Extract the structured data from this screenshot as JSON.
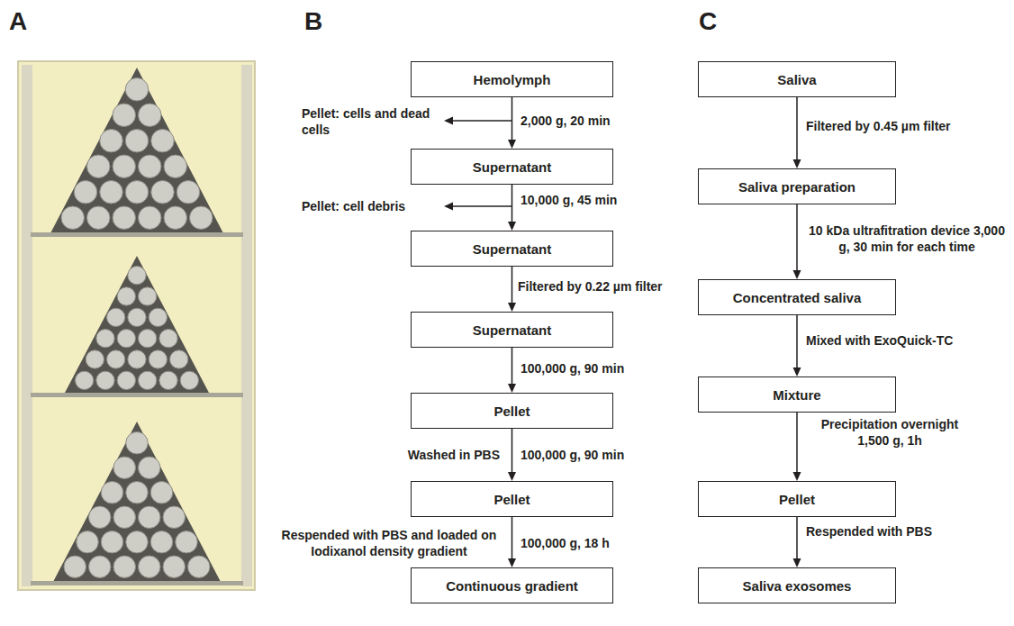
{
  "diagram": {
    "nodes": [
      {
        "text": [
          "Hemolymph"
        ]
      },
      {
        "text": [
          "Supernatant"
        ]
      },
      {
        "text": [
          "Supernatant"
        ]
      },
      {
        "text": [
          "Supernatant"
        ]
      },
      {
        "text": [
          "Pellet"
        ]
      },
      {
        "text": [
          "Pellet"
        ]
      },
      {
        "text": [
          "Continuous gradient"
        ]
      },
      {
        "text": [
          "Saliva"
        ]
      },
      {
        "text": [
          "Saliva preparation"
        ]
      },
      {
        "text": [
          "Concentrated saliva"
        ]
      },
      {
        "text": [
          "Mixture"
        ]
      },
      {
        "text": [
          "Pellet"
        ]
      },
      {
        "text": [
          "Saliva exosomes"
        ]
      }
    ],
    "edges": [
      {
        "from": 0,
        "to": 1,
        "arrow": "to",
        "label": "2,000 g, 20 min"
      },
      {
        "from": 1,
        "to": 2,
        "arrow": "to",
        "label": "10,000 g, 45 min"
      },
      {
        "from": 2,
        "to": 3,
        "arrow": "to",
        "label": "Filtered by 0.22 µm filter"
      },
      {
        "from": 3,
        "to": 4,
        "arrow": "to",
        "label": "100,000 g, 90 min"
      },
      {
        "from": 4,
        "to": 5,
        "arrow": "to",
        "label": "100,000 g, 90 min"
      },
      {
        "from": 5,
        "to": 6,
        "arrow": "to",
        "label": "100,000 g, 18 h"
      },
      {
        "from": 7,
        "to": 8,
        "arrow": "to",
        "label": "Filtered by 0.45 µm filter"
      },
      {
        "from": 8,
        "to": 9,
        "arrow": "to",
        "label": "10 kDa ultrafitration device 3,000 g, 30 min for each time"
      },
      {
        "from": 9,
        "to": 10,
        "arrow": "to",
        "label": "Mixed with ExoQuick-TC"
      },
      {
        "from": 10,
        "to": 11,
        "arrow": "to",
        "label": "Precipitation overnight 1,500 g, 1h"
      },
      {
        "from": 11,
        "to": 12,
        "arrow": "to",
        "label": "Respended with PBS"
      }
    ],
    "labels": [
      "A",
      "B",
      "C",
      "Pellet: cells and dead cells",
      "Pellet: cell debris",
      "Washed in PBS",
      "Respended with PBS and loaded on Iodixanol density gradient"
    ]
  }
}
